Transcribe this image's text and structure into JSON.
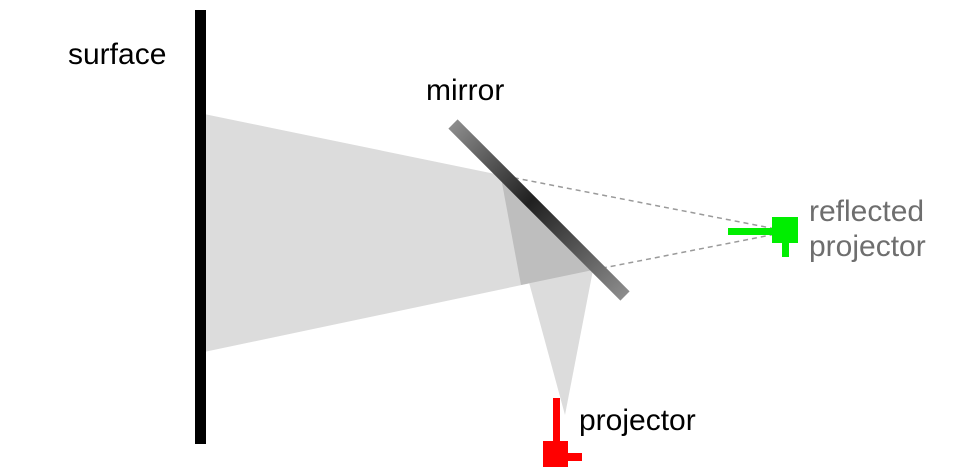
{
  "labels": {
    "surface": "surface",
    "mirror": "mirror",
    "projector": "projector",
    "reflected_projector_line1": "reflected",
    "reflected_projector_line2": "projector"
  },
  "colors": {
    "surface": "#000000",
    "beam": "#dcdcdc",
    "beam_overlap": "#bebebe",
    "mirror_light": "#8c8c8c",
    "mirror_dark": "#202020",
    "projector": "#ff0000",
    "reflected_projector": "#00ee00",
    "reflected_label": "#6e6e6e",
    "guide_lines": "#9a9a9a"
  },
  "icons": {
    "projector": "projector-icon",
    "reflected_projector": "reflected-projector-icon"
  }
}
